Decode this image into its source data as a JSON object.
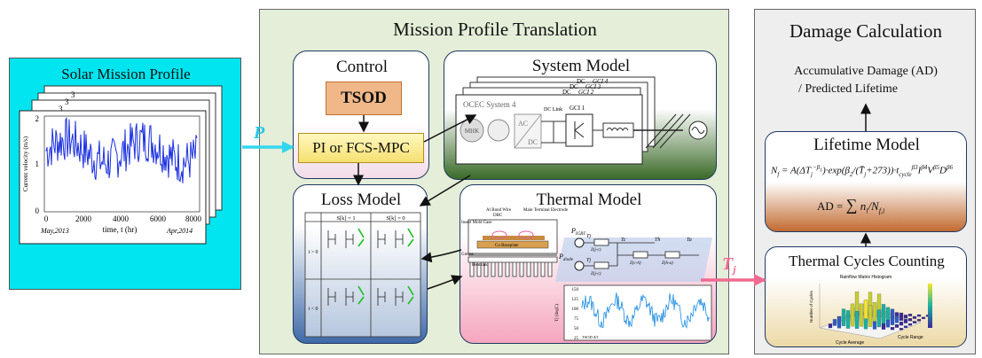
{
  "solar": {
    "title": "Solar Mission Profile",
    "ylabel": "Current velocity (m/s)",
    "xlabel": "time, t (hr)",
    "start_label": "May,2013",
    "end_label": "Apr,2014",
    "y_ticks": [
      "0",
      "1",
      "2"
    ],
    "x_ticks": [
      "0",
      "2000",
      "4000",
      "6000",
      "8000"
    ],
    "stack_labels": [
      "3",
      "3",
      "3"
    ]
  },
  "arrows": {
    "p_label": "P",
    "tj_label": "T",
    "tj_sub": "j"
  },
  "translation": {
    "title": "Mission Profile Translation"
  },
  "control": {
    "title": "Control",
    "tsod": "TSOD",
    "controller": "PI or FCS-MPC"
  },
  "system": {
    "title": "System Model",
    "gci_labels": [
      "GCI 4",
      "GCI 3",
      "GCI 2"
    ],
    "dc_labels": [
      "DC",
      "DC",
      "DC"
    ],
    "ocec": "OCEC System 4",
    "mhk": "MHK",
    "ac": "AC",
    "dc": "DC",
    "link": "DC Link",
    "gci1": "GCI 1"
  },
  "loss": {
    "title": "Loss Model",
    "col_headers": [
      "S[k] = 1",
      "S[k] = 0"
    ],
    "row_headers": [
      "i > 0",
      "i < 0"
    ]
  },
  "thermal": {
    "title": "Thermal Model",
    "labels": [
      "Al Bond Wire",
      "DBC",
      "Main Terminal Electrode",
      "Insert Mold Case",
      "Cu Baseplate",
      "Grease",
      "Heatsink"
    ],
    "p_igbt": "P",
    "p_igbt_sub": "IGBT",
    "p_diode": "P",
    "p_diode_sub": "diode",
    "z_labels": [
      "Z(j-c)",
      "Z(j-c)",
      "Z(c-h)",
      "Z(h-a)"
    ],
    "t_labels": [
      "Tj",
      "Tj",
      "Tc",
      "Th",
      "Ta"
    ],
    "plot_ylabel": "Tj (degC)",
    "plot_ticks": [
      "150",
      "125",
      "100",
      "75",
      "50",
      "25"
    ],
    "tsod_note": "TSOD ΔT"
  },
  "damage": {
    "title": "Damage Calculation",
    "ad_line1": "Accumulative Damage (AD)",
    "ad_line2": "/ Predicted Lifetime"
  },
  "lifetime": {
    "title": "Lifetime Model",
    "eq_ad": "AD ="
  },
  "cycles": {
    "title": "Thermal Cycles Counting",
    "hist_title": "Rainflow Matrix Histogram",
    "hist_zlabel": "Number of Cycles",
    "hist_x": "Cycle Average",
    "hist_y": "Cycle Range"
  },
  "colors": {
    "solar_bg": "#00e5ef",
    "translation_bg": "#e4eed8",
    "damage_bg": "#eeeeee",
    "tsod": "#f0b888",
    "controller": "#fff3a0",
    "arrow_p": "#33d6ee",
    "arrow_tj": "#f06a92",
    "signal": "#1a2fe0"
  }
}
